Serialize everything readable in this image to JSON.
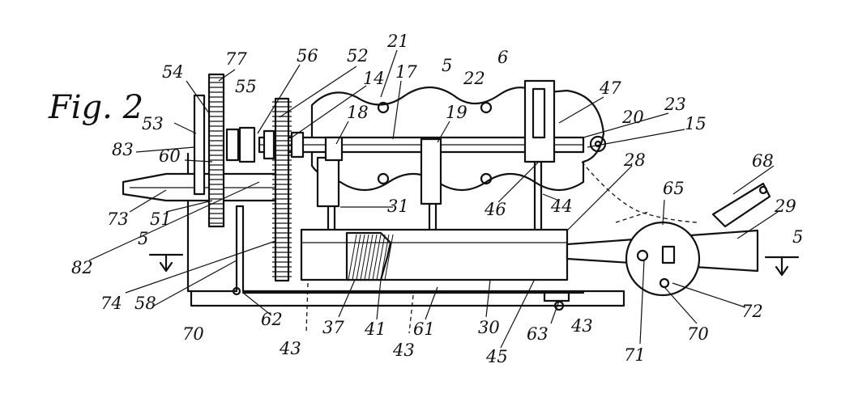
{
  "figure": {
    "title": "Fig. 2",
    "labels": [
      "54",
      "77",
      "56",
      "52",
      "21",
      "17",
      "5",
      "22",
      "6",
      "47",
      "23",
      "20",
      "15",
      "14",
      "55",
      "53",
      "18",
      "19",
      "83",
      "60",
      "73",
      "51",
      "28",
      "65",
      "68",
      "29",
      "5",
      "82",
      "31",
      "46",
      "44",
      "5",
      "74",
      "58",
      "62",
      "37",
      "41",
      "61",
      "30",
      "63",
      "43",
      "45",
      "72",
      "70",
      "71",
      "70",
      "43",
      "43"
    ]
  }
}
